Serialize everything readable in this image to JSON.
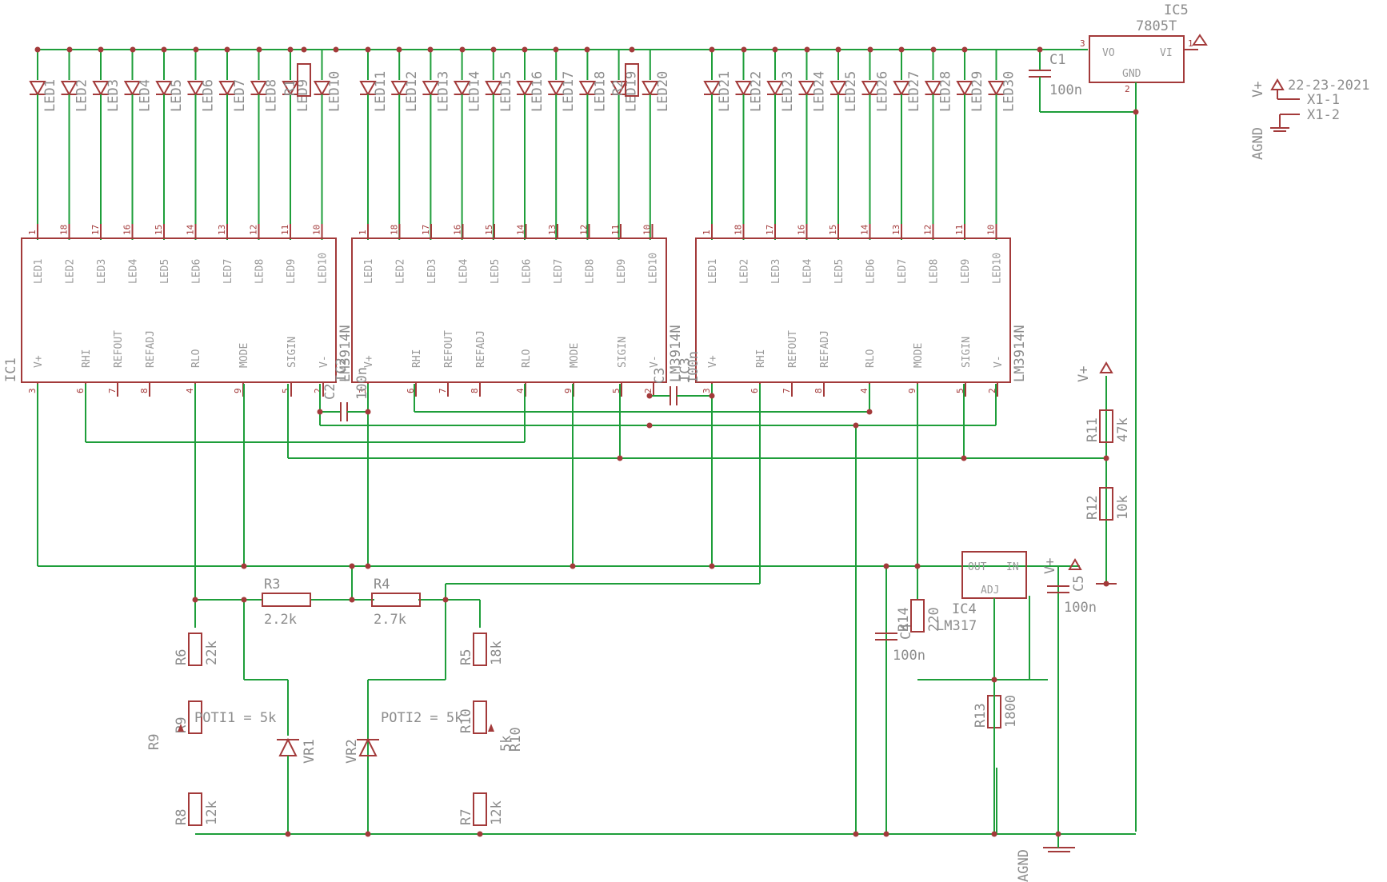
{
  "date": "22-23-2021",
  "connector": {
    "pin1": "X1-1",
    "pin2": "X1-2",
    "supply": "V+",
    "ground": "AGND"
  },
  "ic5": {
    "name": "IC5",
    "value": "7805T",
    "pin_vo": "VO",
    "pin_vi": "VI",
    "pin_gnd": "GND",
    "num_in": "3",
    "num_out": "1",
    "num_gnd": "2"
  },
  "c1": {
    "name": "C1",
    "value": "100n"
  },
  "c2": {
    "name": "C2",
    "value": "100n"
  },
  "c3": {
    "name": "C3",
    "value": "100n"
  },
  "c4": {
    "name": "C4",
    "value": "100n"
  },
  "c5": {
    "name": "C5",
    "value": "100n"
  },
  "ic_names": [
    "IC1",
    "IC2",
    "IC3"
  ],
  "ic_value": "LM3914N",
  "top_pins": [
    "LED1",
    "LED2",
    "LED3",
    "LED4",
    "LED5",
    "LED6",
    "LED7",
    "LED8",
    "LED9",
    "LED10"
  ],
  "top_pin_nums": [
    "1",
    "18",
    "17",
    "16",
    "15",
    "14",
    "13",
    "12",
    "11",
    "10"
  ],
  "bottom_pins": [
    "V+",
    "RHI",
    "REFOUT",
    "REFADJ",
    "RLO",
    "MODE",
    "SIGIN",
    "V-"
  ],
  "bottom_pin_nums": [
    "3",
    "6",
    "7",
    "8",
    "4",
    "9",
    "5",
    "2"
  ],
  "leds": [
    "LED1",
    "LED2",
    "LED3",
    "LED4",
    "LED5",
    "LED6",
    "LED7",
    "LED8",
    "LED9",
    "LED10",
    "LED11",
    "LED12",
    "LED13",
    "LED14",
    "LED15",
    "LED16",
    "LED17",
    "LED18",
    "LED19",
    "LED20",
    "LED21",
    "LED22",
    "LED23",
    "LED24",
    "LED25",
    "LED26",
    "LED27",
    "LED28",
    "LED29",
    "LED30"
  ],
  "r1": {
    "name": "R1"
  },
  "r2": {
    "name": "R2"
  },
  "r3": {
    "name": "R3",
    "value": "2.2k"
  },
  "r4": {
    "name": "R4",
    "value": "2.7k"
  },
  "r5": {
    "name": "R5",
    "value": "18k"
  },
  "r6": {
    "name": "R6",
    "value": "22k"
  },
  "r7": {
    "name": "R7",
    "value": "12k"
  },
  "r8": {
    "name": "R8",
    "value": "12k"
  },
  "r9": {
    "name": "R9",
    "label": "POTI1 = 5k"
  },
  "r10": {
    "name": "R10",
    "value": "5k",
    "label": "POTI2 = 5k"
  },
  "r11": {
    "name": "R11",
    "value": "47k"
  },
  "r12": {
    "name": "R12",
    "value": "10k"
  },
  "r13": {
    "name": "R13",
    "value": "1800"
  },
  "r14": {
    "name": "R14",
    "value": "220"
  },
  "vr1": {
    "name": "VR1"
  },
  "vr2": {
    "name": "VR2"
  },
  "ic4": {
    "name": "IC4",
    "value": "LM317",
    "pin_out": "OUT",
    "pin_in": "IN",
    "pin_adj": "ADJ"
  },
  "supply_label": "V+",
  "gnd_label": "AGND",
  "colors": {
    "wire": "#1e9e3a",
    "symbol": "#a33a3a",
    "text": "#8c8c8c"
  }
}
